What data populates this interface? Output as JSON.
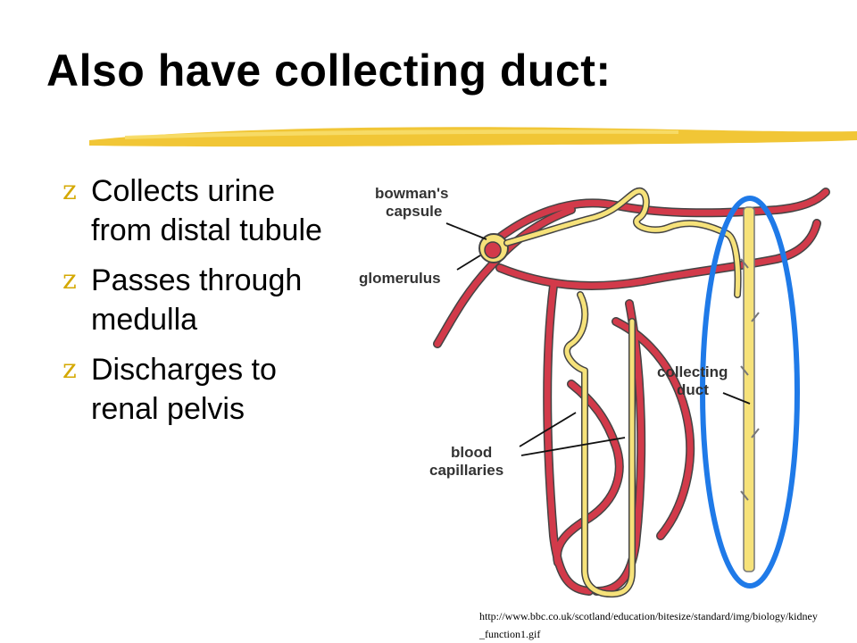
{
  "slide": {
    "title": "Also have collecting duct:",
    "bullet_icon": "z-bullet-icon",
    "bullets": [
      {
        "line1": "Collects urine",
        "line2": "from distal tubule"
      },
      {
        "line1": "Passes through",
        "line2": "medulla"
      },
      {
        "line1": "Discharges to",
        "line2": "renal pelvis"
      }
    ],
    "bullet_marker": "z"
  },
  "diagram": {
    "labels": {
      "bowmans_1": "bowman's",
      "bowmans_2": "capsule",
      "glomerulus": "glomerulus",
      "collecting_1": "collecting",
      "collecting_2": "duct",
      "blood_1": "blood",
      "blood_2": "capillaries"
    },
    "colors": {
      "vessel": "#d23a4a",
      "tubule": "#f6e27a",
      "outline": "#444444",
      "highlight": "#1f7ae8",
      "brush": "#f0c020"
    }
  },
  "source": "http://www.bbc.co.uk/scotland/education/bitesize/standard/img/biology/kidney_function1.gif"
}
